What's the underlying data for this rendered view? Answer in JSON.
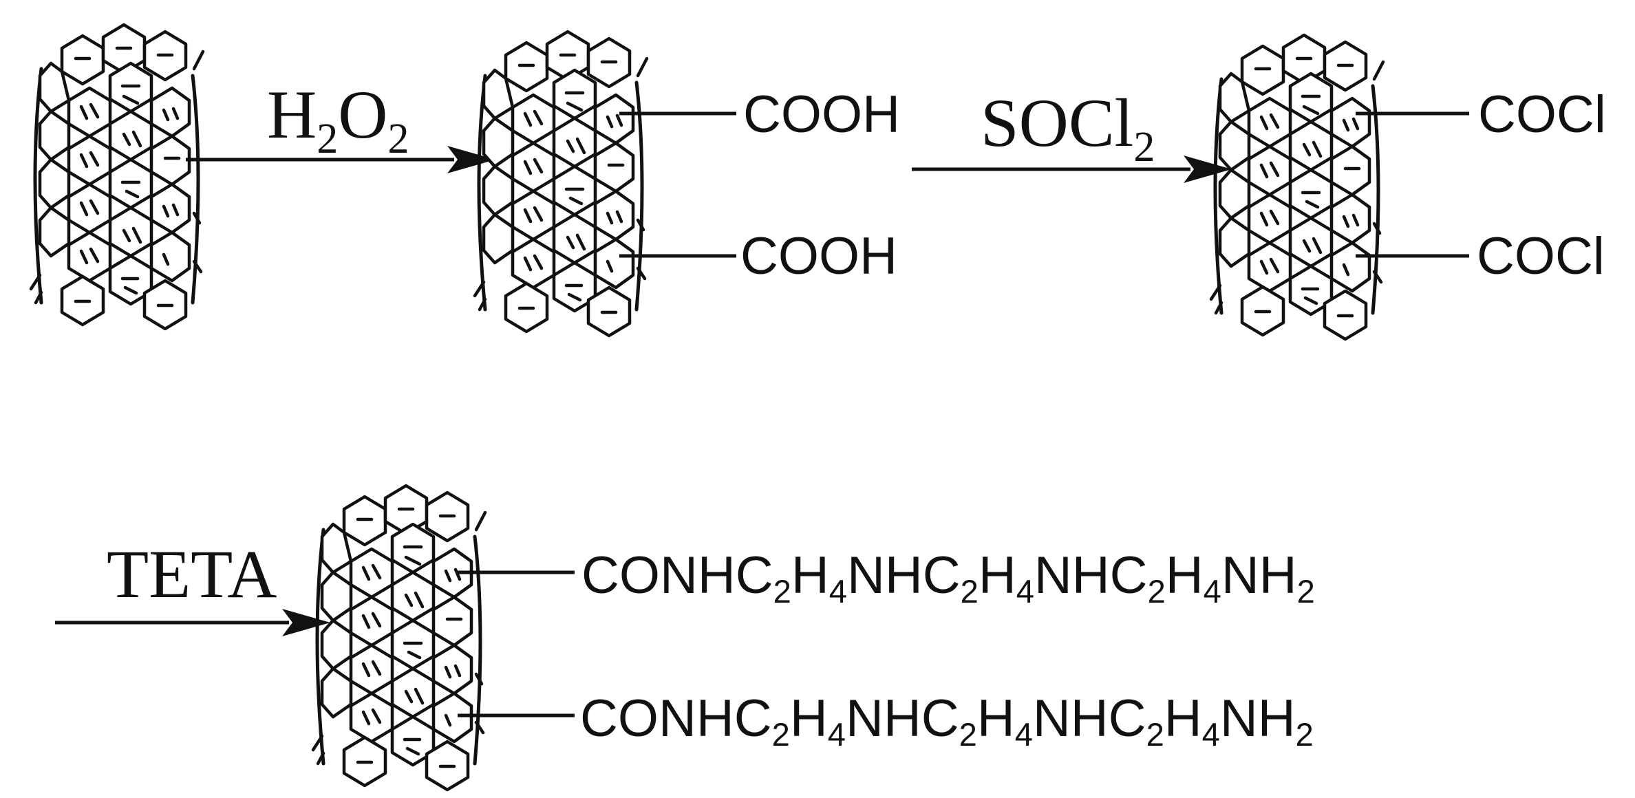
{
  "reagents": {
    "step1": {
      "base": "H",
      "sub1": "2",
      "mid": "O",
      "sub2": "2"
    },
    "step2": {
      "base": "SOCl",
      "sub1": "2"
    },
    "step3": {
      "text": "TETA"
    }
  },
  "groups": {
    "carboxyl": "COOH",
    "acyl_chloride": "COCl",
    "amide": {
      "parts": [
        "CONHC",
        "2",
        "H",
        "4",
        "NHC",
        "2",
        "H",
        "4",
        "NHC",
        "2",
        "H",
        "4",
        "NH",
        "2"
      ]
    }
  }
}
